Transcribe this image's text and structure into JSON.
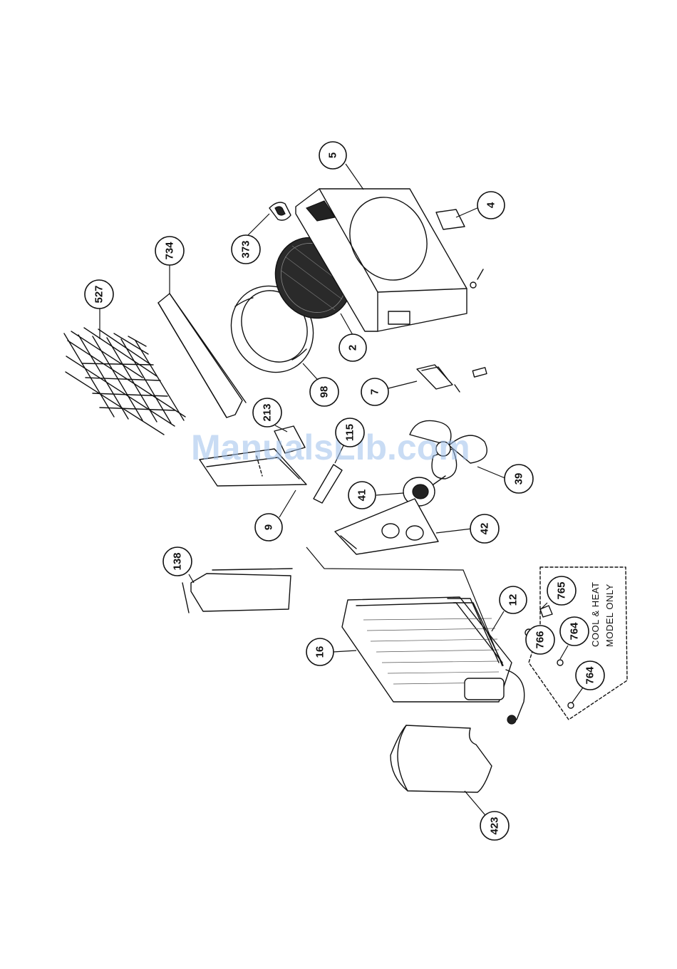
{
  "watermark": "ManualsLib.com",
  "callouts": {
    "c5": "5",
    "c4": "4",
    "c373": "373",
    "c734": "734",
    "c527": "527",
    "c2": "2",
    "c98": "98",
    "c7": "7",
    "c213": "213",
    "c115": "115",
    "c39": "39",
    "c41": "41",
    "c9": "9",
    "c42": "42",
    "c138": "138",
    "c12": "12",
    "c765": "765",
    "c766": "766",
    "c764a": "764",
    "c764b": "764",
    "c16": "16",
    "c423": "423"
  },
  "note": {
    "line1": "COOL & HEAT",
    "line2": "MODEL ONLY"
  }
}
